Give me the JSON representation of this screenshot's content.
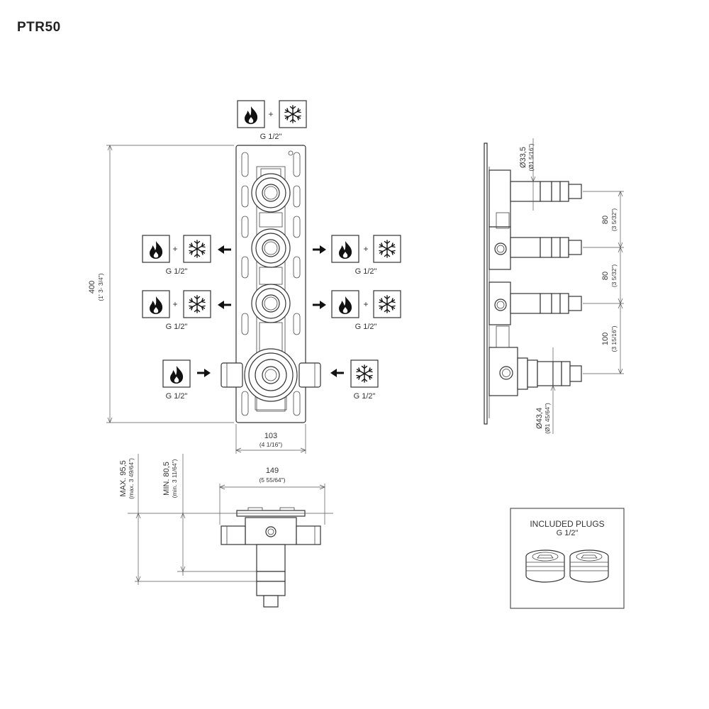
{
  "title": "PTR50",
  "connections": {
    "top": "G 1/2\"",
    "left_1": "G 1/2\"",
    "right_1": "G 1/2\"",
    "left_2": "G 1/2\"",
    "right_2": "G 1/2\"",
    "inlet_hot": "G 1/2\"",
    "inlet_cold": "G 1/2\""
  },
  "symbols": {
    "plus": "+"
  },
  "front_dims": {
    "height": "400",
    "height_in": "(1' 3- 3/4\")",
    "width": "103",
    "width_in": "(4 1/16\")"
  },
  "side_dims": {
    "dia_top": "Ø33,5",
    "dia_top_in": "(Ø1 5/16\")",
    "spacing_1": "80",
    "spacing_1_in": "(3 5/32\")",
    "spacing_2": "80",
    "spacing_2_in": "(3 5/32\")",
    "spacing_3": "100",
    "spacing_3_in": "(3 15/16\")",
    "dia_bottom": "Ø43,4",
    "dia_bottom_in": "(Ø1 45/64\")"
  },
  "bottom_dims": {
    "width": "149",
    "width_in": "(5 55/64\")",
    "max": "MAX. 95,5",
    "max_in": "(max. 3 49/64\")",
    "min": "MIN. 80,5",
    "min_in": "(min. 3 11/64\")"
  },
  "plugs": {
    "title": "INCLUDED PLUGS",
    "size": "G 1/2\""
  },
  "icons": [
    "flame-icon",
    "snowflake-icon",
    "arrow-icon"
  ]
}
